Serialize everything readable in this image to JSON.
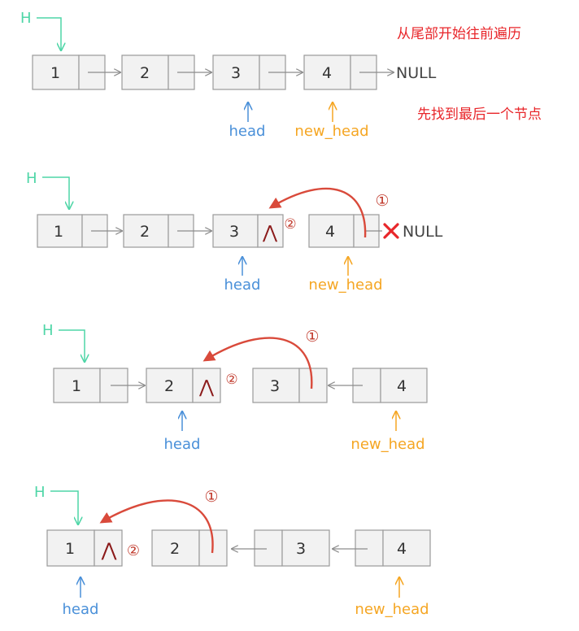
{
  "colors": {
    "h_pointer": "#4fd6a7",
    "head": "#4a90d9",
    "new_head": "#f5a623",
    "note": "#e8262a",
    "curve": "#d94a3b",
    "wedge": "#8b1a1a",
    "circle_num": "#c0392b",
    "node_fill": "#f2f2f2",
    "node_stroke": "#9a9a9a",
    "arrow": "#8c8c8c",
    "cross": "#e8262a"
  },
  "notes": {
    "line1": "从尾部开始往前遍历",
    "line2": "先找到最后一个节点"
  },
  "labels": {
    "h": "H",
    "head": "head",
    "new_head": "new_head",
    "null": "NULL",
    "step1": "①",
    "step2": "②",
    "wedge": "⋀"
  },
  "stages": [
    {
      "nodes": [
        "1",
        "2",
        "3",
        "4"
      ]
    },
    {
      "nodes": [
        "1",
        "2",
        "3",
        "4"
      ]
    },
    {
      "nodes": [
        "1",
        "2",
        "3",
        "4"
      ]
    },
    {
      "nodes": [
        "1",
        "2",
        "3",
        "4"
      ]
    }
  ]
}
